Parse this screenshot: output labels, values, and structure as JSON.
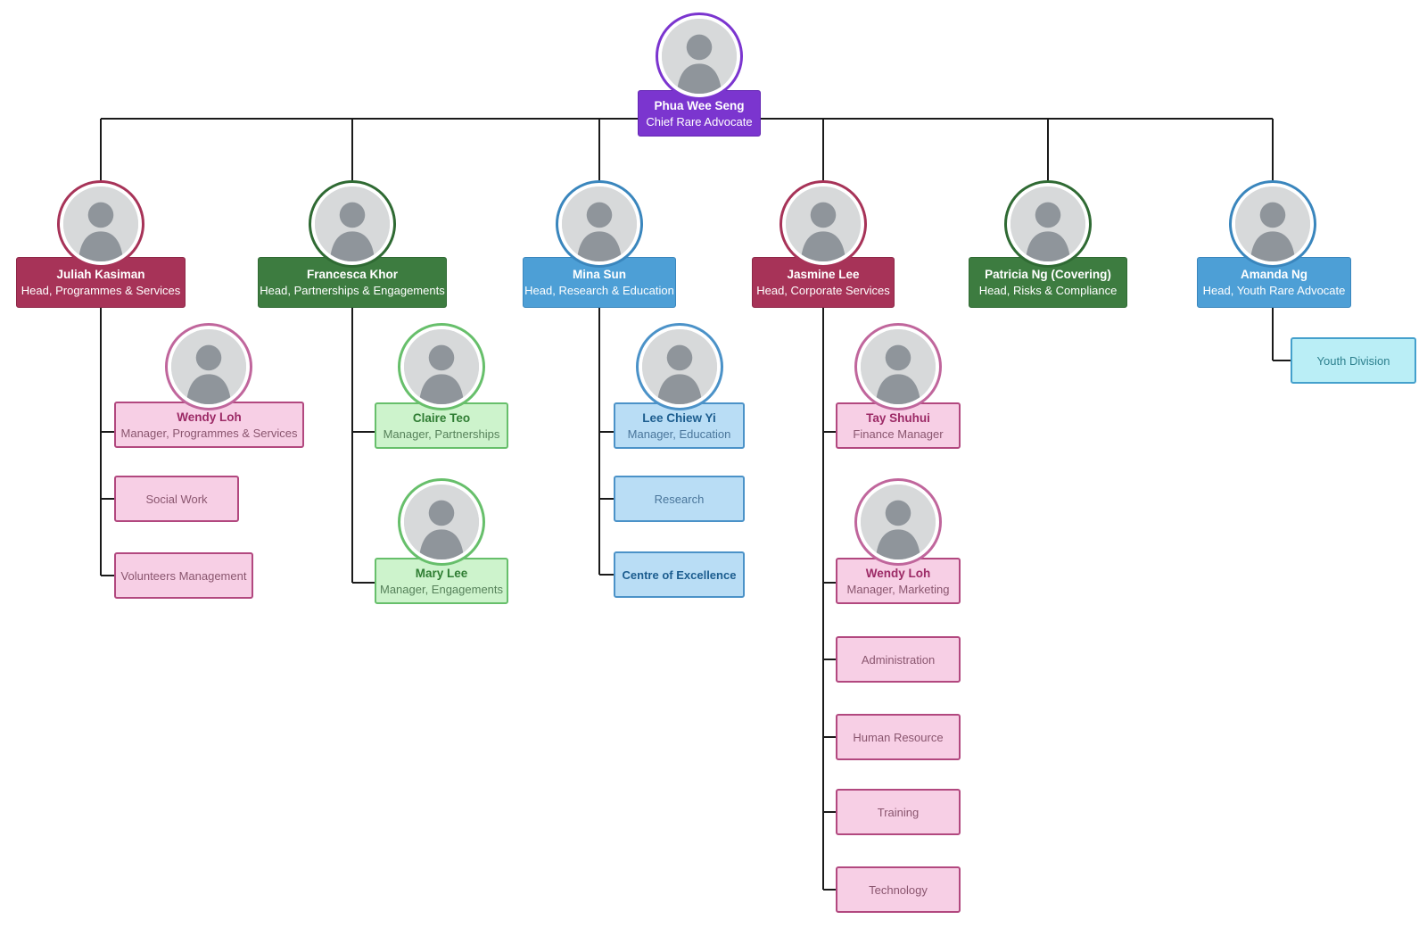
{
  "palette": {
    "purple": "#7b35cf",
    "purple_border": "#6326b3",
    "maroon": "#a73358",
    "maroon_border": "#8e2747",
    "green": "#3d7c40",
    "green_border": "#2f6a33",
    "blue": "#4d9fd6",
    "blue_border": "#3a86bd",
    "pink_fill": "#f7cfe5",
    "pink_border": "#b2487f",
    "pink_ring": "#c0669c",
    "pink_name": "#9c2a66",
    "pink_title": "#8a566f",
    "green2_fill": "#cdf3cc",
    "green2_border": "#67bf6b",
    "green2_name": "#2f7d33",
    "green2_title": "#56815a",
    "blue2_fill": "#b9ddf5",
    "blue2_border": "#4b92c8",
    "blue2_name": "#1c5d8f",
    "blue2_title": "#4a769b",
    "cyan_fill": "#baeef6",
    "cyan_border": "#44a0cc",
    "cyan_text": "#2d808e",
    "line_color": "#1a1a1a",
    "avatar_bg": "#d7d9da",
    "avatar_fg": "#8f959b"
  },
  "org": {
    "root": {
      "name": "Phua Wee Seng",
      "title": "Chief Rare Advocate"
    },
    "heads": [
      {
        "name": "Juliah Kasiman",
        "title": "Head, Programmes & Services"
      },
      {
        "name": "Francesca Khor",
        "title": "Head, Partnerships & Engagements"
      },
      {
        "name": "Mina Sun",
        "title": "Head, Research & Education"
      },
      {
        "name": "Jasmine Lee",
        "title": "Head, Corporate Services"
      },
      {
        "name": "Patricia Ng (Covering)",
        "title": "Head, Risks & Compliance"
      },
      {
        "name": "Amanda Ng",
        "title": "Head, Youth Rare Advocate"
      }
    ],
    "programmes_team": [
      {
        "name": "Wendy Loh",
        "title": "Manager, Programmes & Services"
      },
      {
        "label": "Social Work"
      },
      {
        "label": "Volunteers Management"
      }
    ],
    "partnerships_team": [
      {
        "name": "Claire Teo",
        "title": "Manager, Partnerships"
      },
      {
        "name": "Mary Lee",
        "title": "Manager, Engagements"
      }
    ],
    "research_team": [
      {
        "name": "Lee Chiew Yi",
        "title": "Manager, Education"
      },
      {
        "label": "Research"
      },
      {
        "label": "Centre of Excellence"
      }
    ],
    "corporate_team": [
      {
        "name": "Tay Shuhui",
        "title": "Finance Manager"
      },
      {
        "name": "Wendy Loh",
        "title": "Manager, Marketing"
      },
      {
        "label": "Administration"
      },
      {
        "label": "Human Resource"
      },
      {
        "label": "Training"
      },
      {
        "label": "Technology"
      }
    ],
    "youth_team": [
      {
        "label": "Youth Division"
      }
    ]
  }
}
